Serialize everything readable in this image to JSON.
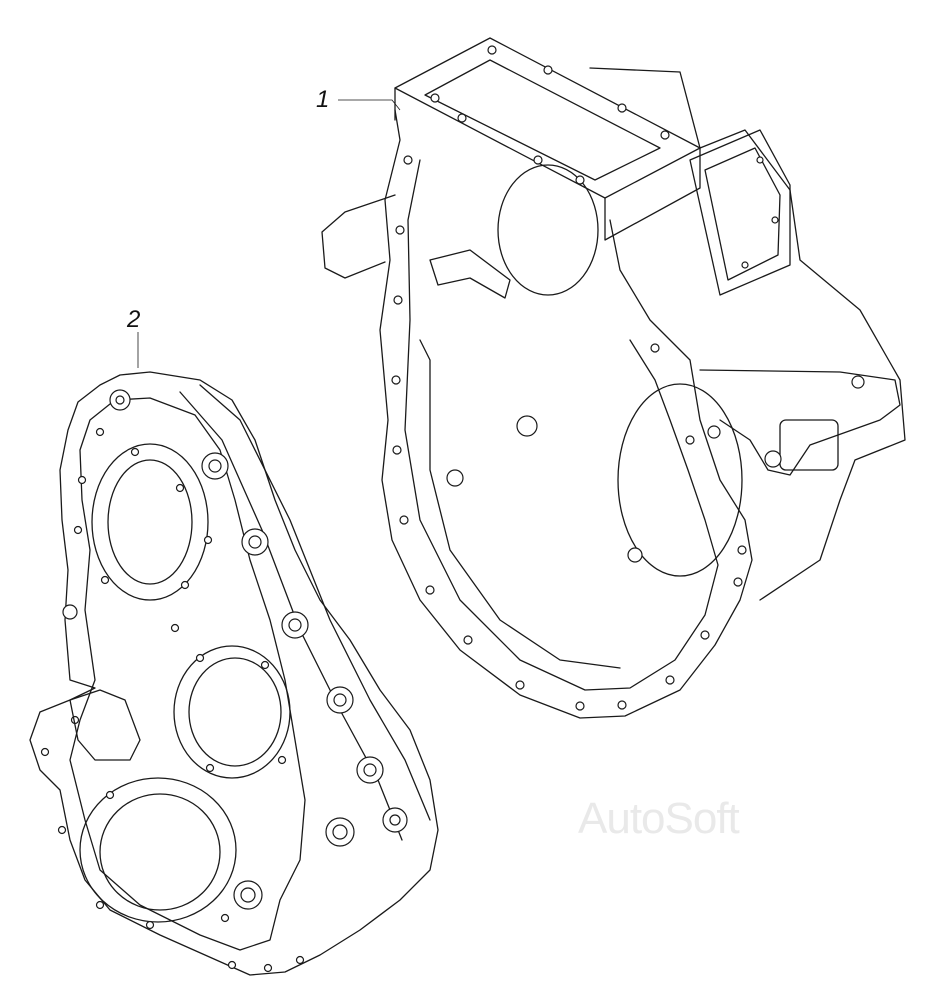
{
  "callouts": [
    {
      "label": "1"
    },
    {
      "label": "2"
    }
  ],
  "watermark": {
    "text": "AutoSoft"
  },
  "colors": {
    "line": "#1a1a1a",
    "background": "#ffffff",
    "watermark": "#e9e9e9"
  }
}
